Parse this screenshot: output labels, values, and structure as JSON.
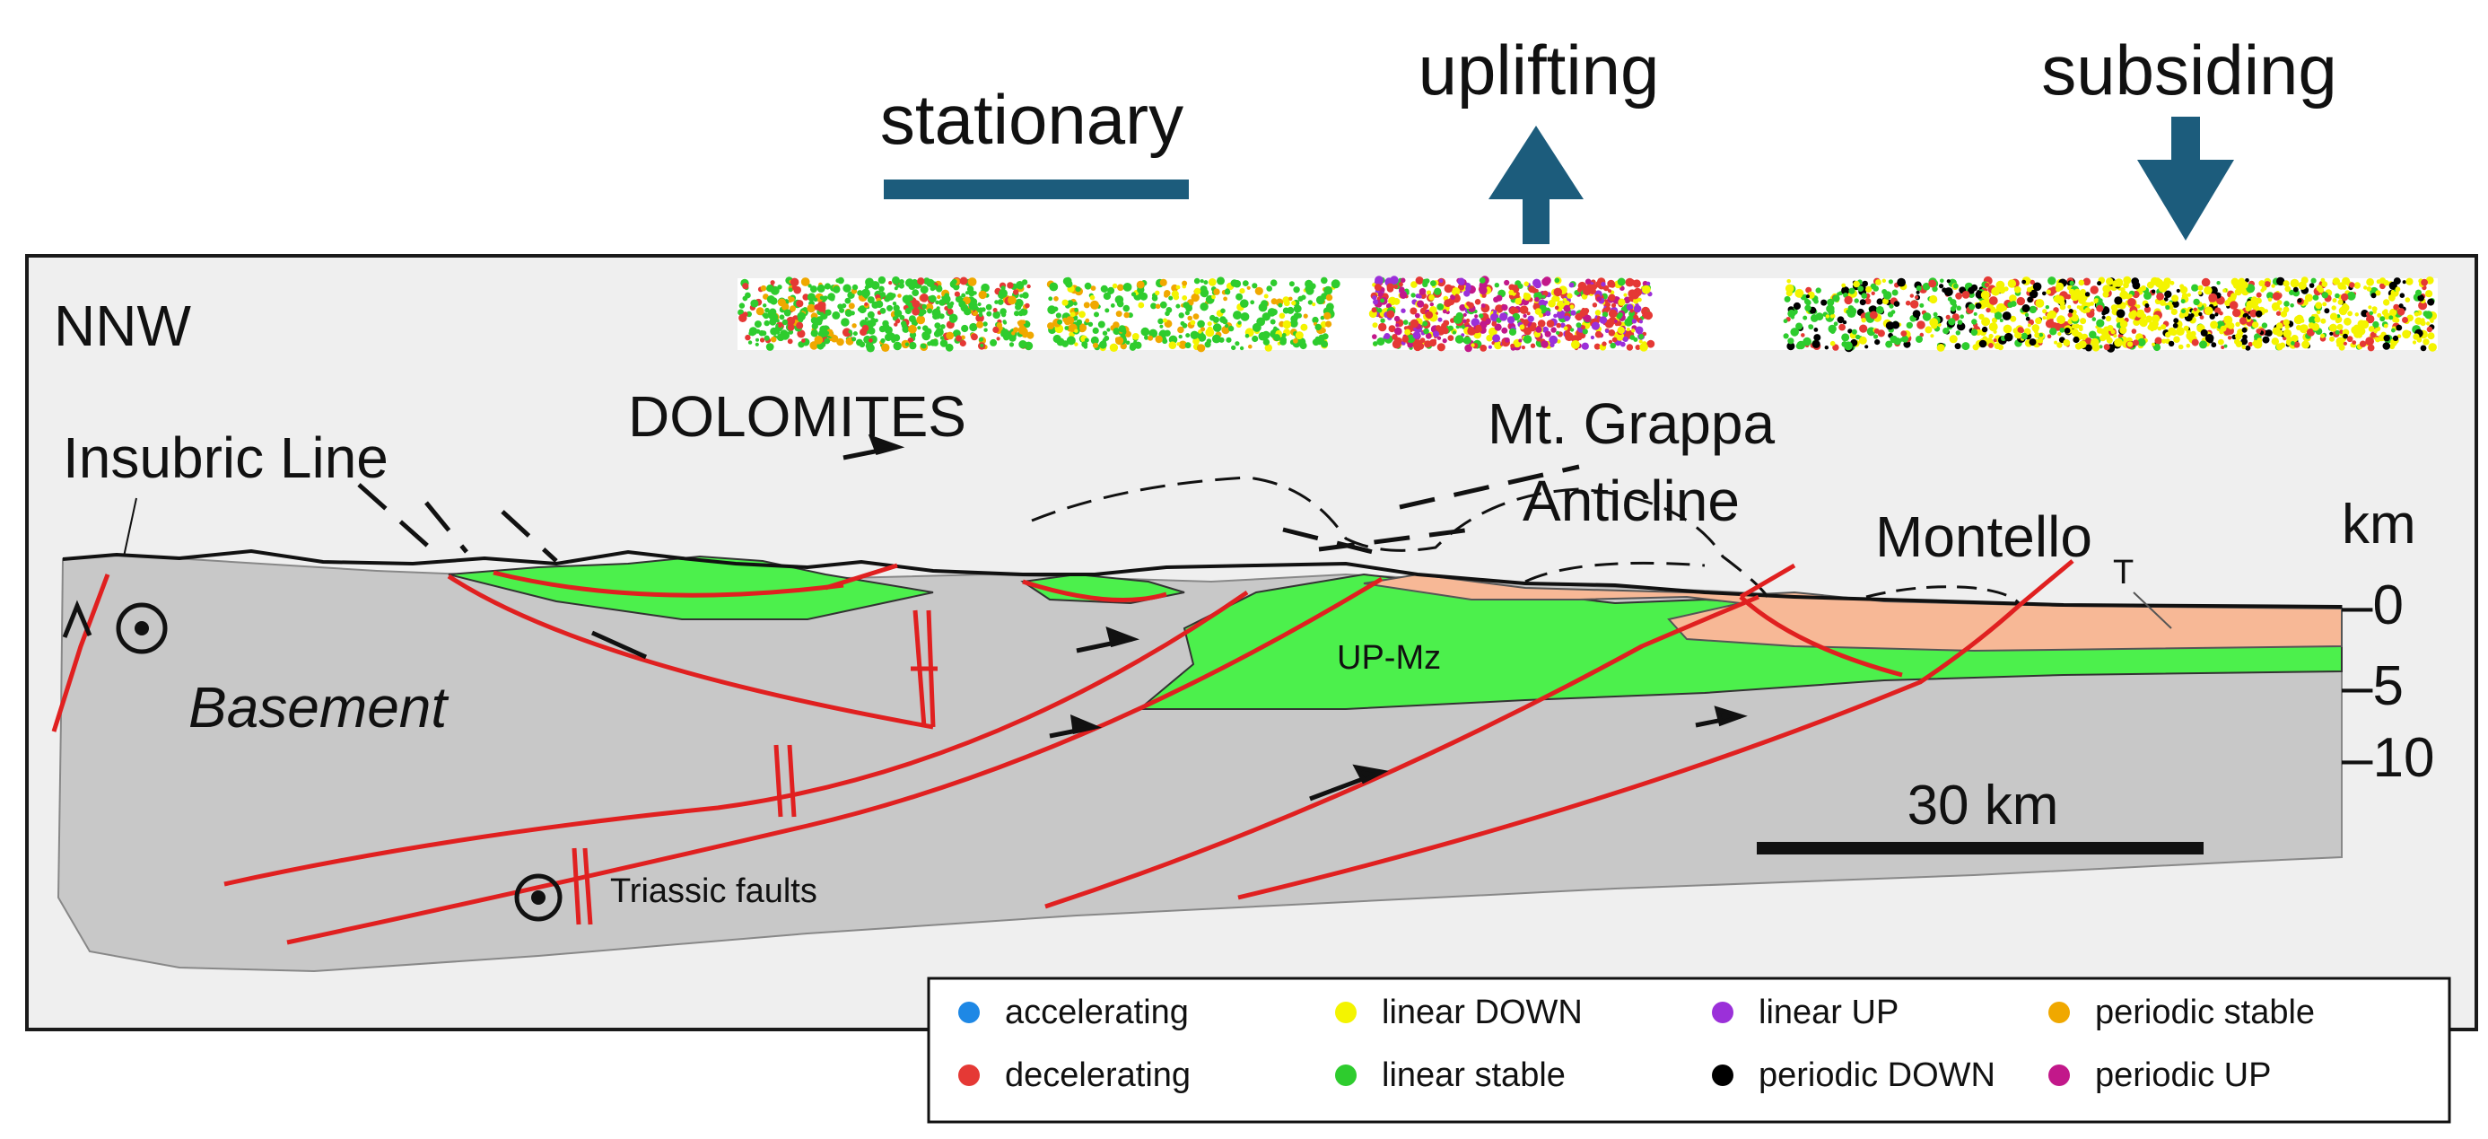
{
  "top_labels": {
    "stationary": "stationary",
    "uplifting": "uplifting",
    "subsiding": "subsiding"
  },
  "section_labels": {
    "orientation": "NNW",
    "insubric_line": "Insubric Line",
    "dolomites": "DOLOMITES",
    "mt_grappa_1": "Mt. Grappa",
    "mt_grappa_2": "Anticline",
    "montello": "Montello",
    "t_unit": "T",
    "basement": "Basement",
    "up_mz": "UP-Mz",
    "triassic_faults": "Triassic faults"
  },
  "depth_axis": {
    "unit": "km",
    "ticks": [
      "–0",
      "–5",
      "–10"
    ]
  },
  "scale_bar": {
    "label": "30 km"
  },
  "legend": [
    {
      "label": "accelerating",
      "color": "#1e88e5"
    },
    {
      "label": "decelerating",
      "color": "#e53935"
    },
    {
      "label": "linear DOWN",
      "color": "#f4f400"
    },
    {
      "label": "linear stable",
      "color": "#2ecc2e"
    },
    {
      "label": "linear UP",
      "color": "#9b30d9"
    },
    {
      "label": "periodic DOWN",
      "color": "#000000"
    },
    {
      "label": "periodic stable",
      "color": "#f0a800"
    },
    {
      "label": "periodic UP",
      "color": "#c2188a"
    }
  ],
  "colors": {
    "arrow": "#1c5c7c",
    "fault": "#e02020",
    "basement": "#c8c8c8",
    "mesozoic": "#4cf04c",
    "tertiary": "#f7b896"
  }
}
